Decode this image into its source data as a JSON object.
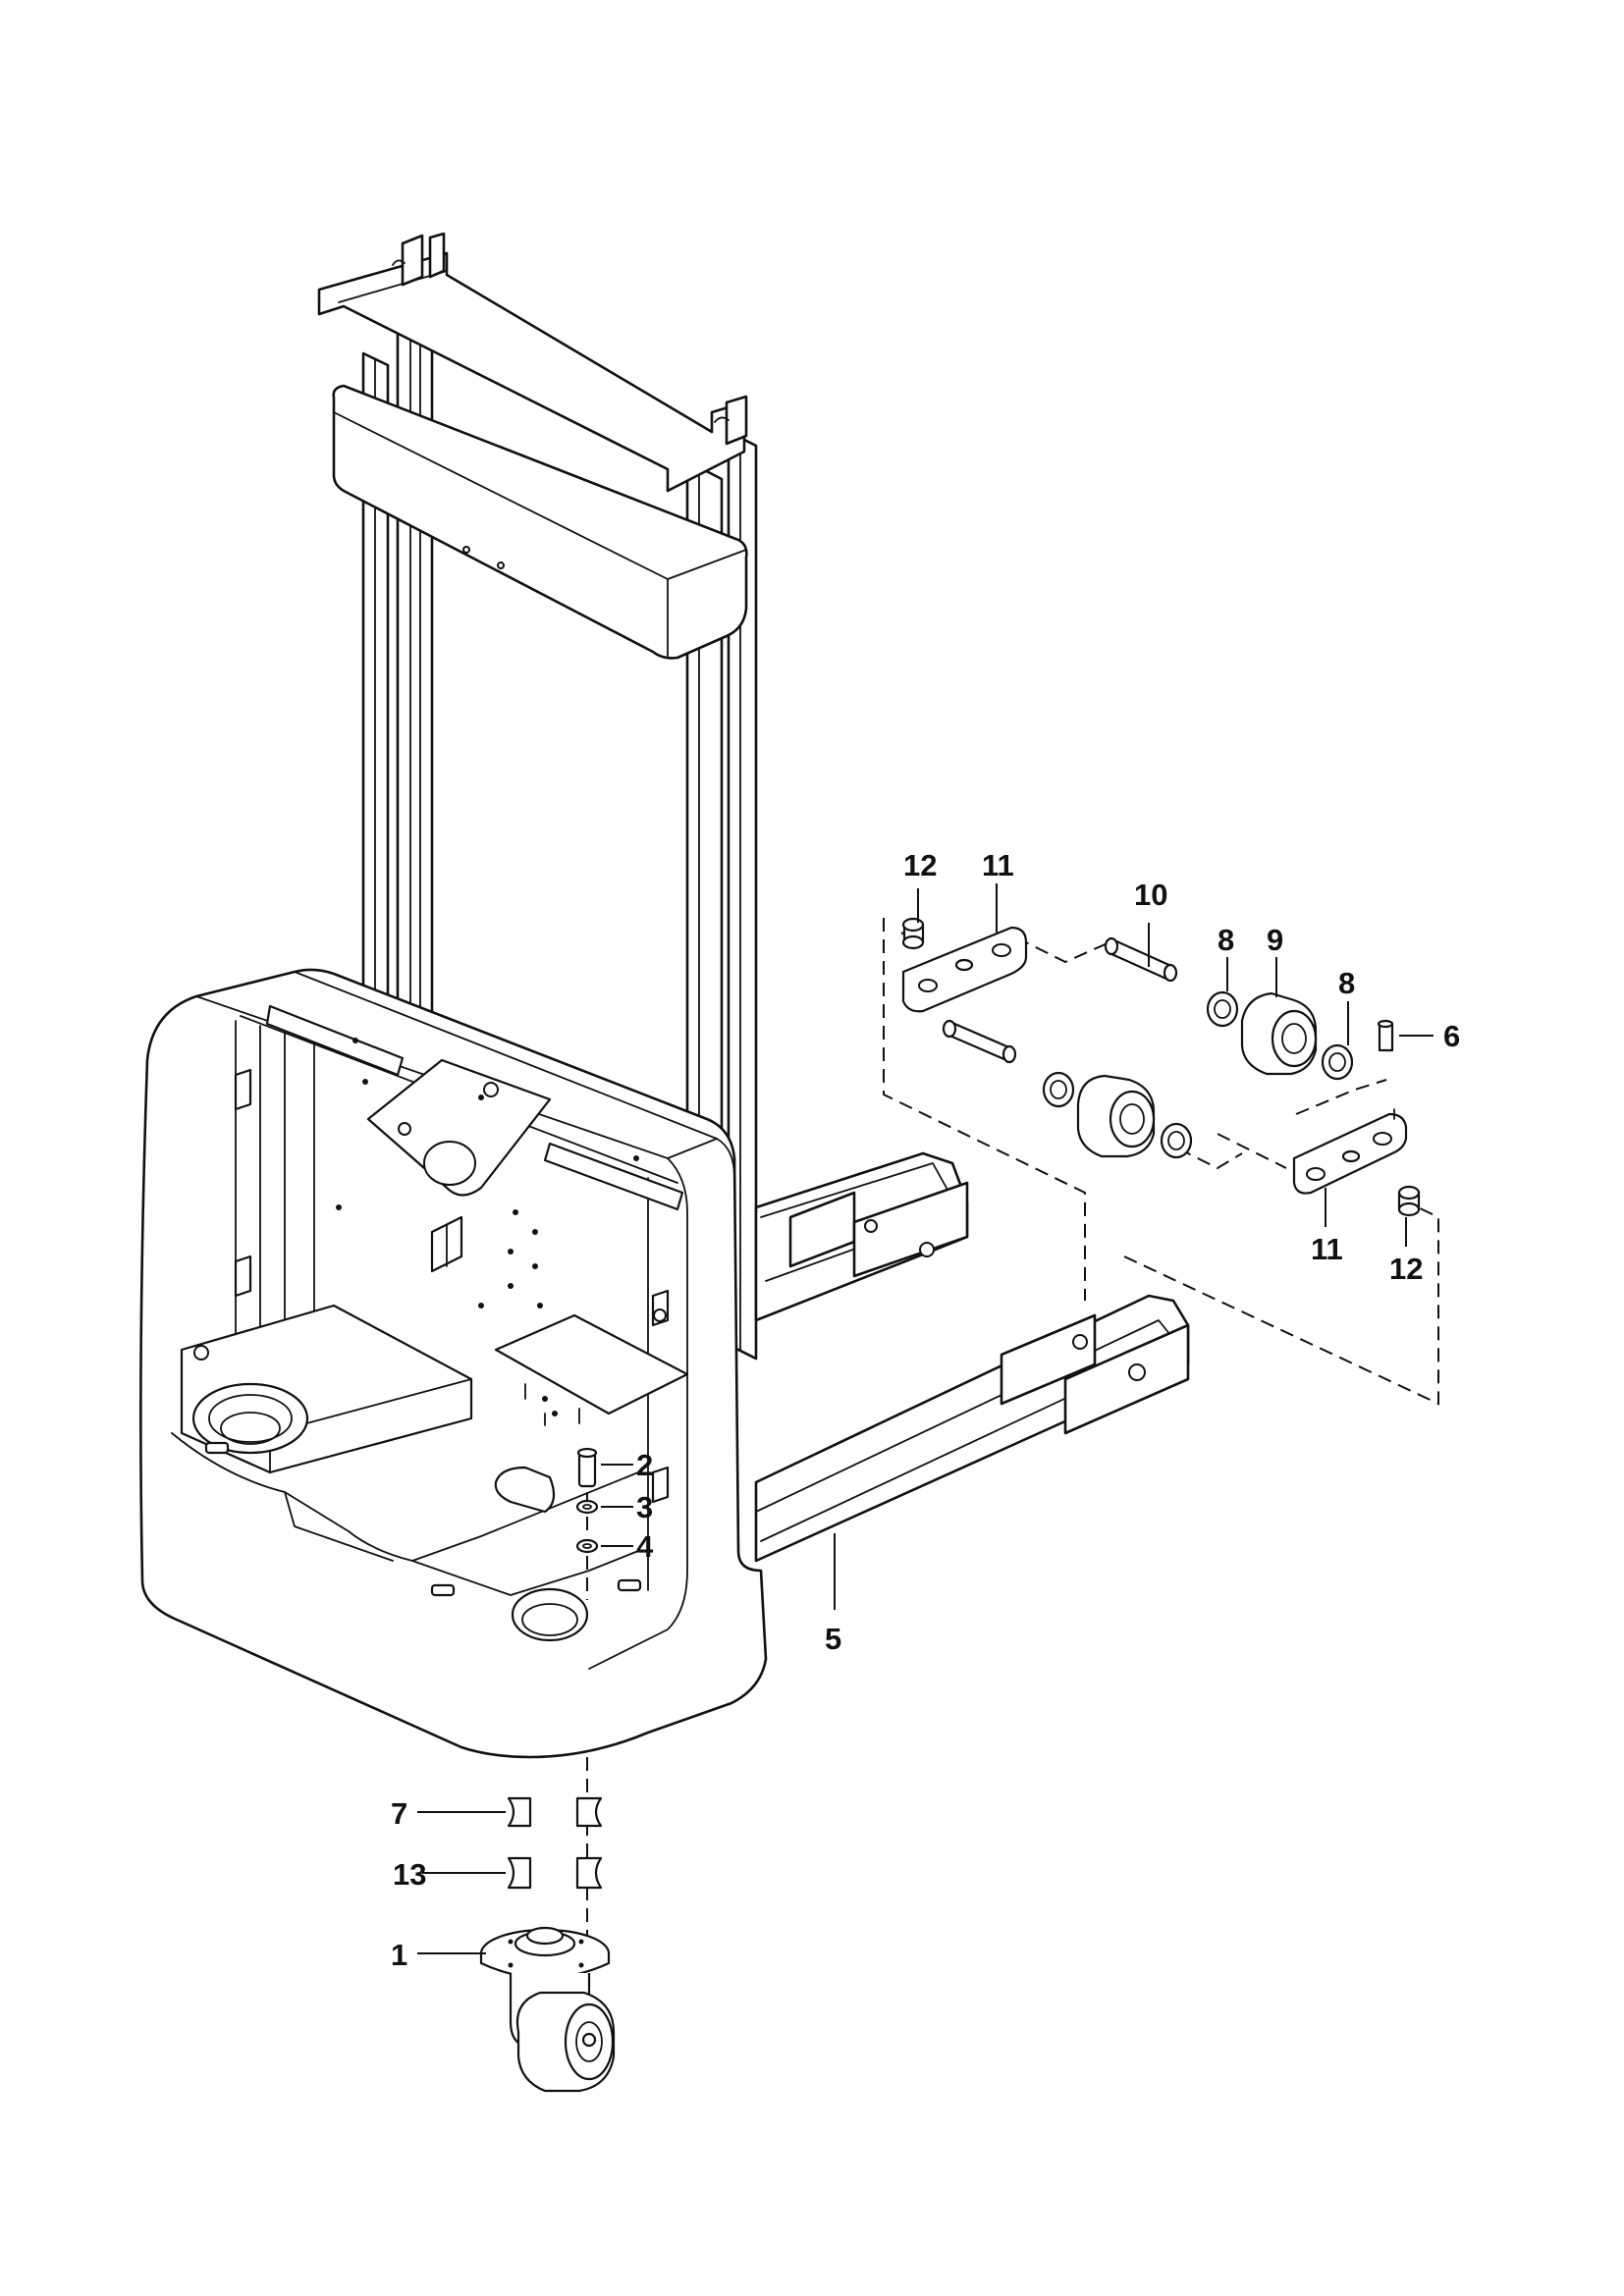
{
  "diagram": {
    "type": "exploded-parts-view",
    "callouts": [
      {
        "id": "c1",
        "label": "1"
      },
      {
        "id": "c2",
        "label": "2"
      },
      {
        "id": "c3",
        "label": "3"
      },
      {
        "id": "c4",
        "label": "4"
      },
      {
        "id": "c5",
        "label": "5"
      },
      {
        "id": "c6",
        "label": "6"
      },
      {
        "id": "c7",
        "label": "7"
      },
      {
        "id": "c8a",
        "label": "8"
      },
      {
        "id": "c8b",
        "label": "8"
      },
      {
        "id": "c9",
        "label": "9"
      },
      {
        "id": "c10",
        "label": "10"
      },
      {
        "id": "c11a",
        "label": "11"
      },
      {
        "id": "c11b",
        "label": "11"
      },
      {
        "id": "c12a",
        "label": "12"
      },
      {
        "id": "c12b",
        "label": "12"
      },
      {
        "id": "c13",
        "label": "13"
      }
    ]
  }
}
